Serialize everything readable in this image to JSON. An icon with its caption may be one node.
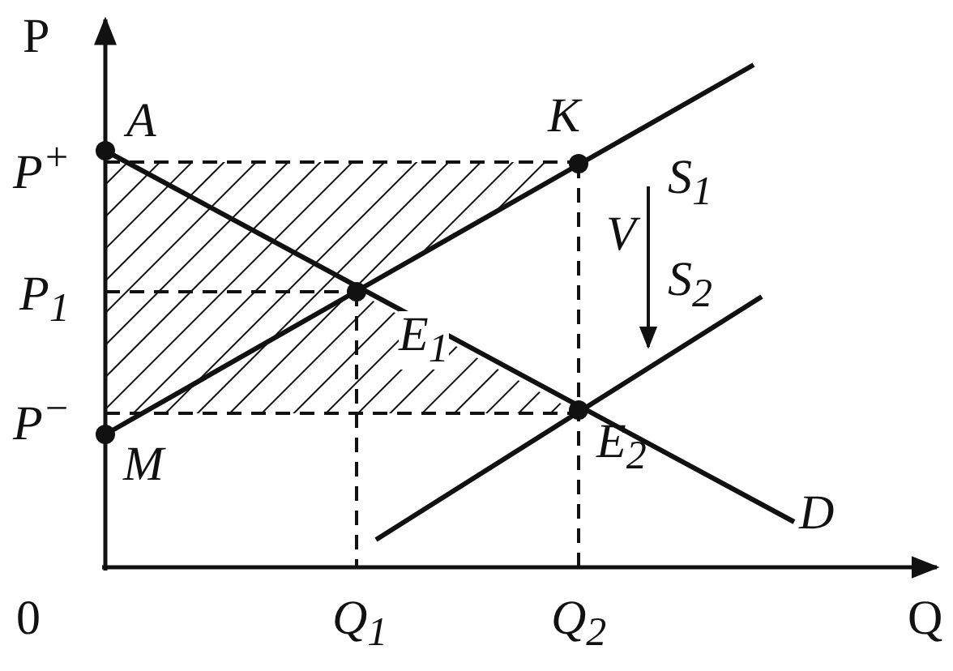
{
  "diagram": {
    "labels": [
      "P",
      "A",
      "K",
      "P$^{+}$",
      "S$_{1}$",
      "V",
      "P$_{1}$",
      "E$_{1}$",
      "S$_{2}$",
      "P$^{−}$",
      "M",
      "E$_{2}$",
      "D",
      "0",
      "Q$_{1}$",
      "Q$_{2}$",
      "Q"
    ]
  }
}
